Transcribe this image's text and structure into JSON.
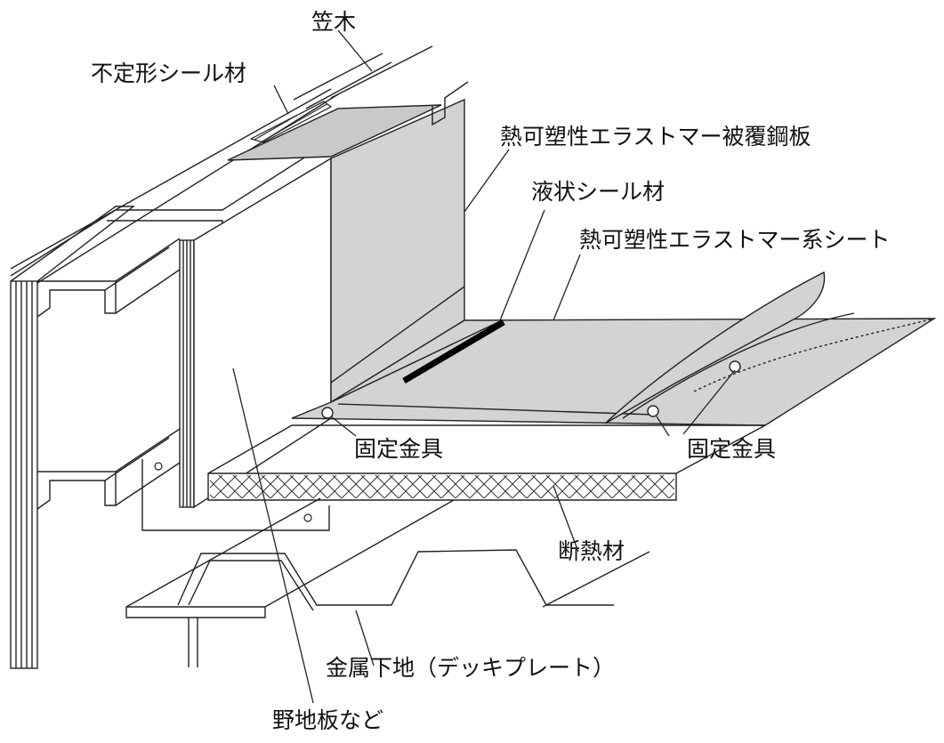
{
  "labels": {
    "kasagi": "笠木",
    "futeikei_seal": "不定形シール材",
    "steel_plate": "熱可塑性エラストマー被覆鋼板",
    "liquid_seal": "液状シール材",
    "elastomer_sheet": "熱可塑性エラストマー系シート",
    "fixing_left": "固定金具",
    "fixing_right": "固定金具",
    "insulation": "断熱材",
    "metal_base": "金属下地（デッキプレート）",
    "sheathing": "野地板など"
  },
  "colors": {
    "line": "#222222",
    "sheet_fill": "#d3d3d3",
    "background": "#ffffff"
  }
}
